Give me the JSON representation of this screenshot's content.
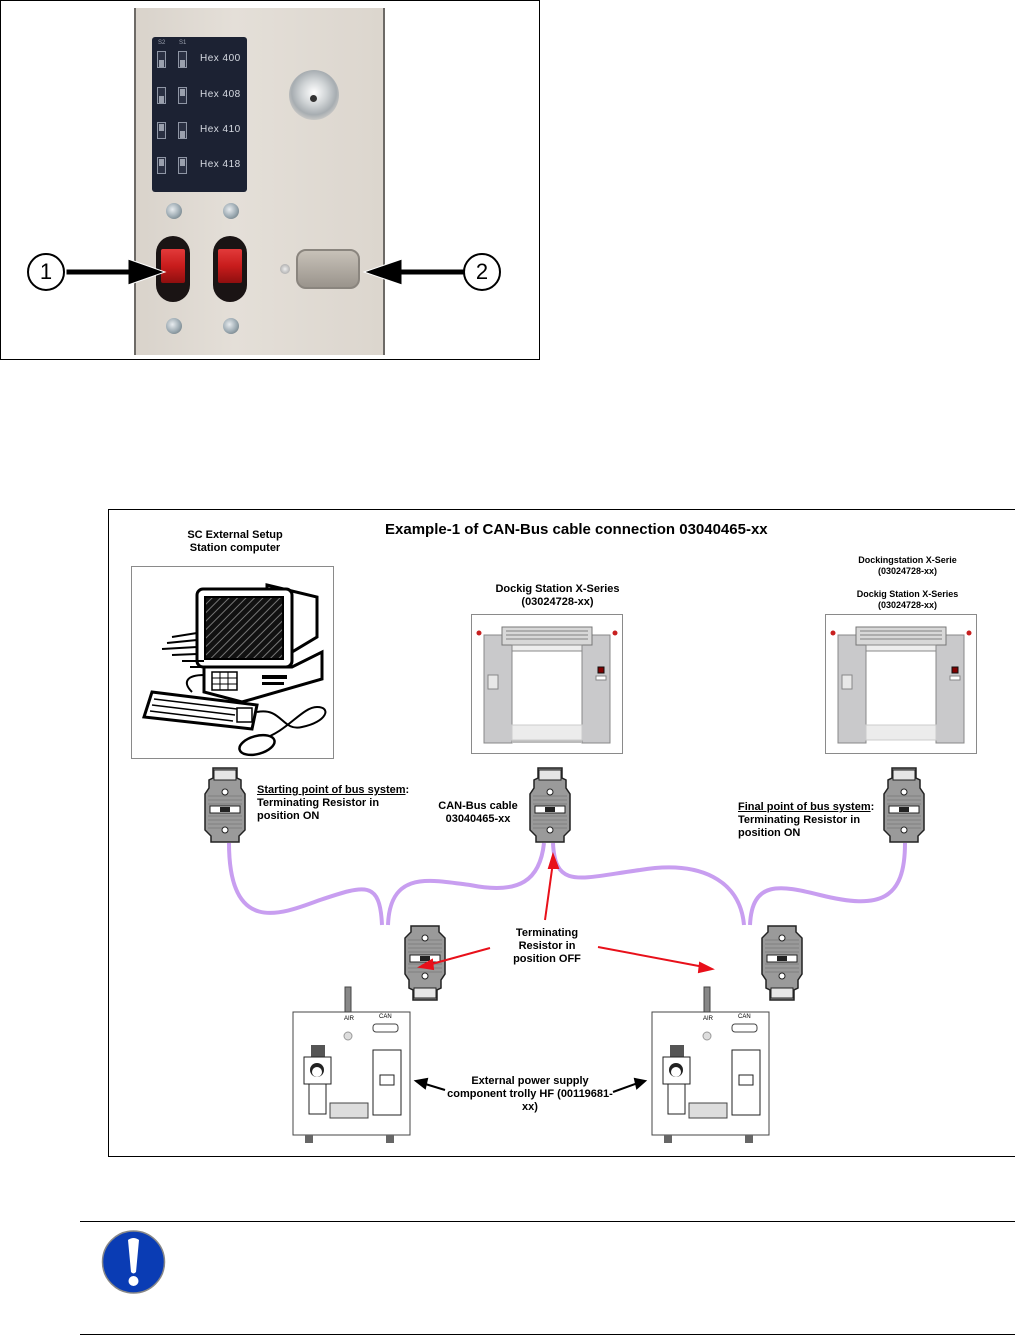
{
  "photo_figure": {
    "hex_switch_plate": {
      "column_headers": [
        "S2",
        "S1"
      ],
      "rows": [
        {
          "label": "Hex 400",
          "s2": "off",
          "s1": "off"
        },
        {
          "label": "Hex 408",
          "s2": "off",
          "s1": "on"
        },
        {
          "label": "Hex 410",
          "s2": "on",
          "s1": "off"
        },
        {
          "label": "Hex 418",
          "s2": "on",
          "s1": "on"
        }
      ]
    },
    "callouts": [
      {
        "number": "1",
        "target": "red rocker switch"
      },
      {
        "number": "2",
        "target": "9-pin sub-D CAN connector"
      }
    ],
    "colors": {
      "rocker_red": "#d42424",
      "plate_navy": "#1c2233"
    }
  },
  "diagram": {
    "title": "Example-1 of CAN-Bus cable connection  03040465-xx",
    "computer_label": [
      "SC External Setup",
      "Station computer"
    ],
    "dock_center_label": [
      "Dockig Station X-Series",
      "(03024728-xx)"
    ],
    "dock_right_label": [
      "Dockingstation X-Serie",
      "(03024728-xx)",
      "Dockig Station X-Series",
      "(03024728-xx)"
    ],
    "start_point": {
      "heading": "Starting point of bus system",
      "suffix": ":",
      "line2": "Terminating Resistor in",
      "line3": "position ON"
    },
    "final_point": {
      "heading": "Final point of bus system",
      "suffix": ":",
      "line2": "Terminating Resistor in",
      "line3": "position ON"
    },
    "cable_label": [
      "CAN-Bus cable",
      "03040465-xx"
    ],
    "terminating_off_label": [
      "Terminating",
      "Resistor in",
      "position OFF"
    ],
    "power_supply_label": [
      "External power supply",
      "component trolly HF  (00119681-",
      "xx)"
    ],
    "power_unit_labels": {
      "air": "AIR",
      "can": "CAN"
    },
    "colors": {
      "cable": "#c89ef0",
      "arrow_red": "#e8101a",
      "arrow_black": "#000000"
    }
  },
  "note": {
    "icon": "exclamation-mandatory-icon",
    "text": "",
    "colors": {
      "icon_blue": "#0a3cb4"
    }
  }
}
